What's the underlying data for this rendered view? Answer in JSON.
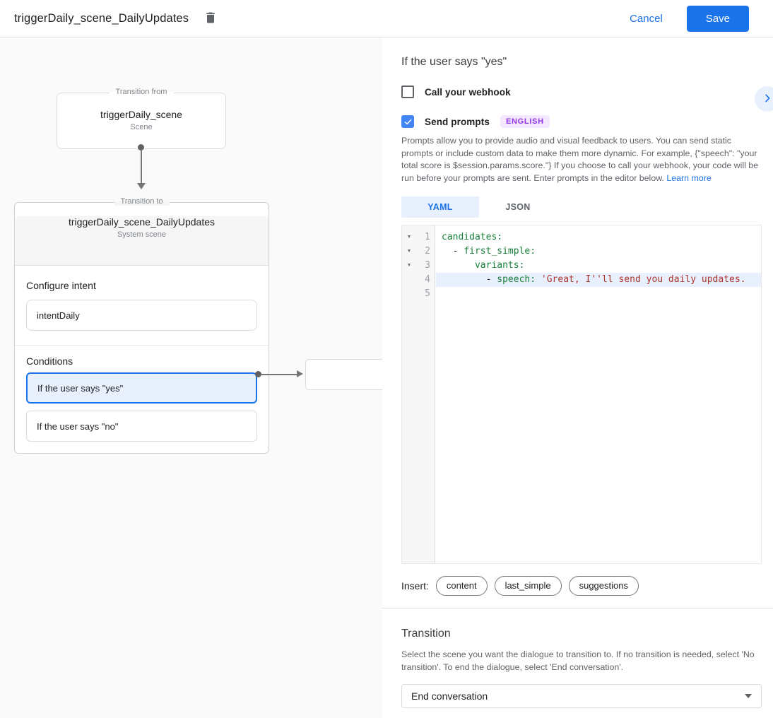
{
  "header": {
    "title": "triggerDaily_scene_DailyUpdates",
    "cancel_label": "Cancel",
    "save_label": "Save"
  },
  "canvas": {
    "from_box": {
      "legend": "Transition from",
      "title": "triggerDaily_scene",
      "subtitle": "Scene"
    },
    "to_card": {
      "legend": "Transition to",
      "title": "triggerDaily_scene_DailyUpdates",
      "subtitle": "System scene",
      "configure_intent_label": "Configure intent",
      "intent_value": "intentDaily",
      "conditions_label": "Conditions",
      "conditions": [
        {
          "label": "If the user says \"yes\"",
          "selected": true
        },
        {
          "label": "If the user says \"no\"",
          "selected": false
        }
      ]
    }
  },
  "panel": {
    "heading": "If the user says \"yes\"",
    "webhook_checkbox": {
      "label": "Call your webhook",
      "checked": false
    },
    "prompts_checkbox": {
      "label": "Send prompts",
      "checked": true,
      "badge": "ENGLISH"
    },
    "description": "Prompts allow you to provide audio and visual feedback to users. You can send static prompts or include custom data to make them more dynamic. For example, {\"speech\": \"your total score is $session.params.score.\"} If you choose to call your webhook, your code will be run before your prompts are sent. Enter prompts in the editor below.",
    "learn_more_label": "Learn more",
    "tabs": [
      {
        "label": "YAML",
        "active": true
      },
      {
        "label": "JSON",
        "active": false
      }
    ],
    "editor": {
      "lines": [
        {
          "number": "1",
          "fold": true,
          "highlighted": false,
          "segments": [
            {
              "type": "key",
              "text": "candidates:"
            }
          ]
        },
        {
          "number": "2",
          "fold": true,
          "highlighted": false,
          "segments": [
            {
              "type": "plain",
              "text": "  - "
            },
            {
              "type": "key",
              "text": "first_simple:"
            }
          ]
        },
        {
          "number": "3",
          "fold": true,
          "highlighted": false,
          "segments": [
            {
              "type": "plain",
              "text": "      "
            },
            {
              "type": "key",
              "text": "variants:"
            }
          ]
        },
        {
          "number": "4",
          "fold": false,
          "highlighted": true,
          "segments": [
            {
              "type": "plain",
              "text": "        - "
            },
            {
              "type": "key",
              "text": "speech: "
            },
            {
              "type": "string",
              "text": "'Great, I''ll send you daily updates."
            }
          ]
        },
        {
          "number": "5",
          "fold": false,
          "highlighted": false,
          "segments": []
        }
      ]
    },
    "insert": {
      "label": "Insert:",
      "chips": [
        "content",
        "last_simple",
        "suggestions"
      ]
    },
    "transition": {
      "heading": "Transition",
      "description": "Select the scene you want the dialogue to transition to. If no transition is needed, select 'No transition'. To end the dialogue, select 'End conversation'.",
      "selected_value": "End conversation"
    }
  },
  "colors": {
    "accent": "#1a73e8",
    "checkbox_checked": "#4285f4",
    "badge_bg": "#f3e8fd",
    "badge_text": "#9334e6",
    "code_key": "#188038",
    "code_string": "#ab352b",
    "line_highlight": "#e8f0fe",
    "condition_selected_bg": "#e8f0fe"
  }
}
